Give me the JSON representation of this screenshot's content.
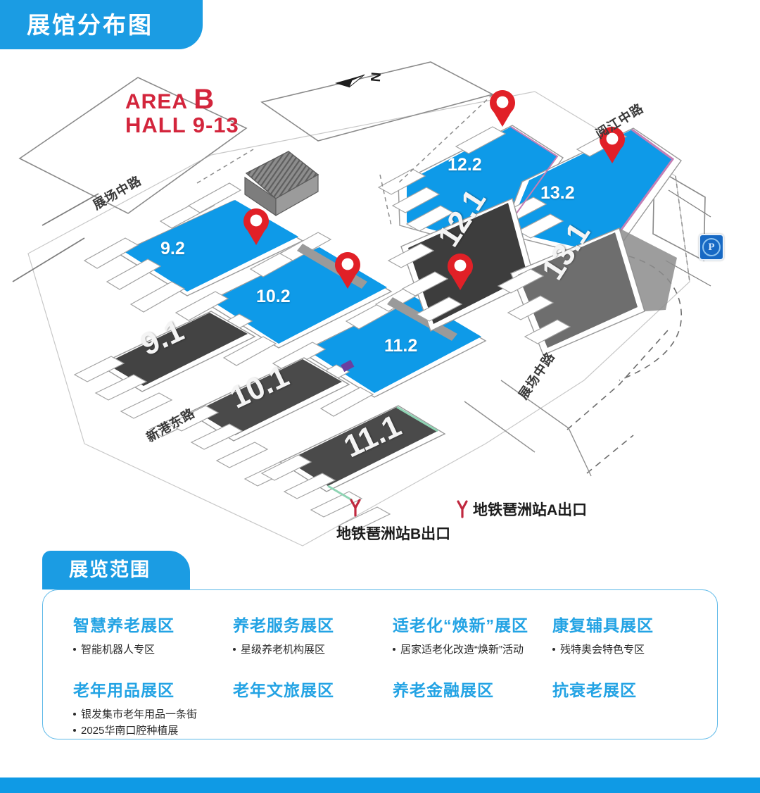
{
  "header": {
    "title": "展馆分布图"
  },
  "map": {
    "area_heading_line1_prefix": "AREA ",
    "area_heading_line1_big": "B",
    "area_heading_line2": "HALL 9-13",
    "compass_label": "N",
    "parking_label": "P",
    "halls_upper": [
      {
        "id": "hall-9-2",
        "label": "9.2",
        "color": "#0e9ae8"
      },
      {
        "id": "hall-10-2",
        "label": "10.2",
        "color": "#0e9ae8"
      },
      {
        "id": "hall-11-2",
        "label": "11.2",
        "color": "#0e9ae8"
      },
      {
        "id": "hall-12-2",
        "label": "12.2",
        "color": "#0e9ae8"
      },
      {
        "id": "hall-13-2",
        "label": "13.2",
        "color": "#0e9ae8"
      }
    ],
    "halls_lower": [
      {
        "id": "hall-9-1",
        "label": "9.1",
        "color": "#434343"
      },
      {
        "id": "hall-10-1",
        "label": "10.1",
        "color": "#4a4a4a"
      },
      {
        "id": "hall-11-1",
        "label": "11.1",
        "color": "#4a4a4a"
      },
      {
        "id": "hall-12-1",
        "label": "12.1",
        "color": "#3d3d3d"
      },
      {
        "id": "hall-13-1",
        "label": "13.1",
        "color": "#6e6e6e"
      }
    ],
    "roads": [
      {
        "id": "road-zhanchang-zhonglu-left",
        "label": "展场中路"
      },
      {
        "id": "road-xingang-donglu",
        "label": "新港东路"
      },
      {
        "id": "road-zhanchang-zhonglu-right",
        "label": "展场中路"
      },
      {
        "id": "road-yuejiang-zhonglu",
        "label": "阅江中路"
      }
    ],
    "metro_exits": [
      {
        "id": "metro-exit-a",
        "label": "地铁琶洲站A出口"
      },
      {
        "id": "metro-exit-b",
        "label": "地铁琶洲站B出口"
      }
    ],
    "pin_count": 5,
    "accent_blue": "#0e9ae8",
    "pin_red": "#e12027",
    "heading_red": "#d3253c"
  },
  "scope": {
    "section_title": "展览范围",
    "categories": [
      {
        "id": "zone-smart-elderly",
        "title": "智慧养老展区",
        "items": [
          "智能机器人专区"
        ]
      },
      {
        "id": "zone-elderly-service",
        "title": "养老服务展区",
        "items": [
          "星级养老机构展区"
        ]
      },
      {
        "id": "zone-aging-renewal",
        "title": "适老化“焕新”展区",
        "items": [
          "居家适老化改造“焕新”活动"
        ]
      },
      {
        "id": "zone-rehab-aids",
        "title": "康复辅具展区",
        "items": [
          "残特奥会特色专区"
        ]
      },
      {
        "id": "zone-elderly-products",
        "title": "老年用品展区",
        "items": [
          "银发集市老年用品一条街",
          "2025华南口腔种植展"
        ]
      },
      {
        "id": "zone-elderly-tourism",
        "title": "老年文旅展区",
        "items": []
      },
      {
        "id": "zone-elderly-finance",
        "title": "养老金融展区",
        "items": []
      },
      {
        "id": "zone-anti-aging",
        "title": "抗衰老展区",
        "items": []
      }
    ]
  },
  "theme": {
    "brand_blue": "#1b9ce3",
    "panel_border": "#5bb8e8",
    "category_blue": "#23a3e4",
    "bottom_bar": "#0f9ae5"
  }
}
